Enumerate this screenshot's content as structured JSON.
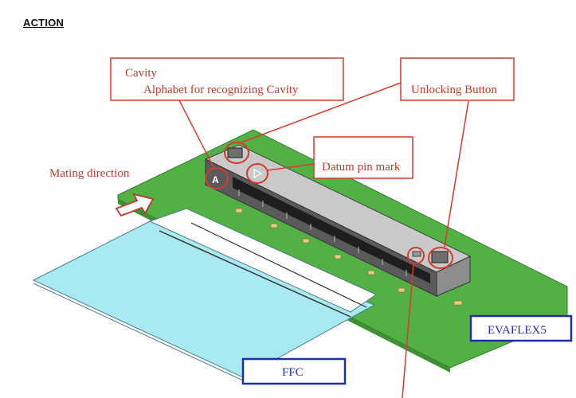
{
  "section_title": "ACTION",
  "labels": {
    "cavity": "Cavity",
    "alphabet": "Alphabet for recognizing Cavity",
    "unlocking_button": "Unlocking Button",
    "datum_pin_mark": "Datum pin mark",
    "mating_direction": "Mating direction",
    "evaflex5": "EVAFLEX5",
    "ffc": "FFC",
    "cavity_letter": "A"
  },
  "colors": {
    "callout_red": "#c0392b",
    "blue_box": "#1f2fa8",
    "pcb_green": "#52b045",
    "ffc_cyan": "#a9e9f2"
  }
}
